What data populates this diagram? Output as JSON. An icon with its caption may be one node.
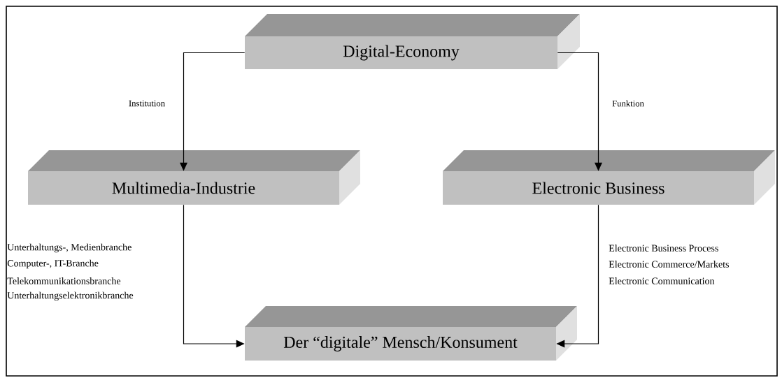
{
  "diagram": {
    "nodes": [
      {
        "text": [
          "Digital-Economy"
        ]
      },
      {
        "text": [
          "Multimedia-Industrie"
        ]
      },
      {
        "text": [
          "Electronic Business"
        ]
      },
      {
        "text": [
          "Der “digitale” Mensch/Konsument"
        ]
      }
    ],
    "edges": [
      {
        "from": 0,
        "to": 1,
        "arrow": "to",
        "label": "Institution"
      },
      {
        "from": 0,
        "to": 2,
        "arrow": "to",
        "label": "Funktion"
      },
      {
        "from": 1,
        "to": 3,
        "arrow": "to"
      },
      {
        "from": 2,
        "to": 3,
        "arrow": "to"
      }
    ],
    "labels": [
      "Unterhaltungs-, Medienbranche",
      "Computer-, IT-Branche",
      "Telekommunikationsbranche",
      "Unterhaltungselektronikbranche",
      "Electronic Business Process",
      "Electronic Commerce/Markets",
      "Electronic Communication"
    ]
  }
}
